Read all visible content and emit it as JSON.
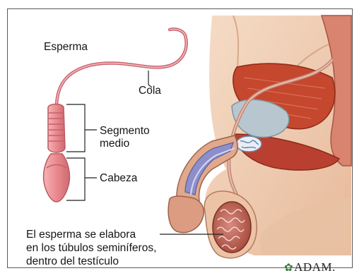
{
  "labels": {
    "sperm": "Esperma",
    "tail": "Cola",
    "midpiece_line1": "Segmento",
    "midpiece_line2": "medio",
    "head": "Cabeza",
    "note_line1": "El esperma se elabora",
    "note_line2": "en los túbulos seminíferos,",
    "note_line3": "dentro del testículo"
  },
  "logo": {
    "icon": "leaf-icon",
    "text": "ADAM."
  },
  "colors": {
    "sperm_fill": "#e9898e",
    "sperm_outline": "#b85b63",
    "muscle": "#c4472e",
    "skin": "#f0cfb4",
    "bladder": "#b8c7cf"
  }
}
